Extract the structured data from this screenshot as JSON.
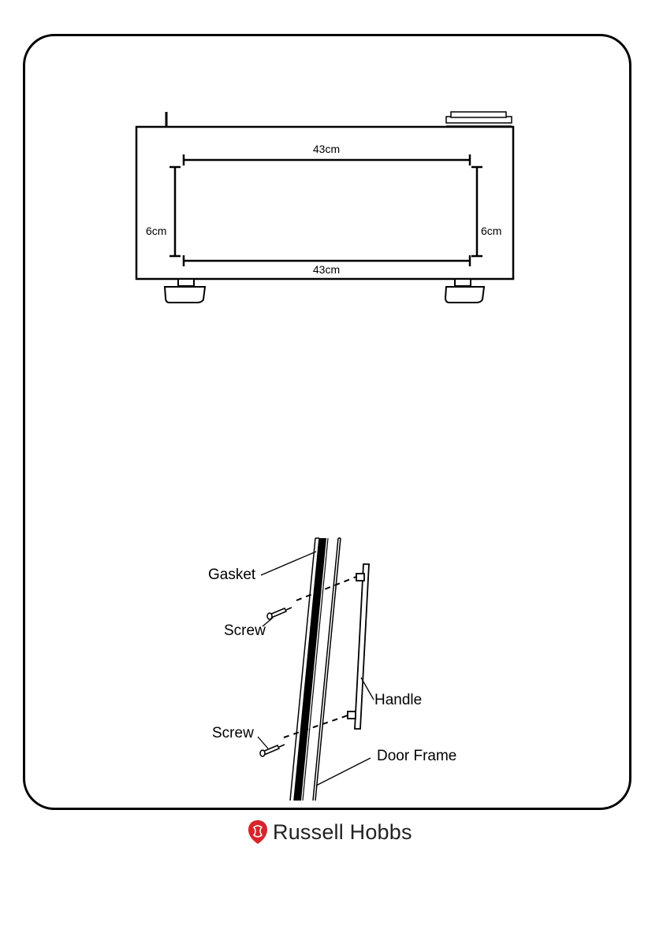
{
  "top_diagram": {
    "width_top": "43cm",
    "width_bottom": "43cm",
    "height_left": "6cm",
    "height_right": "6cm"
  },
  "handle_diagram": {
    "gasket": "Gasket",
    "screw_top": "Screw",
    "screw_bottom": "Screw",
    "handle": "Handle",
    "door_frame": "Door Frame"
  },
  "brand": {
    "name": "Russell Hobbs",
    "emblem_color": "#d6252b"
  }
}
